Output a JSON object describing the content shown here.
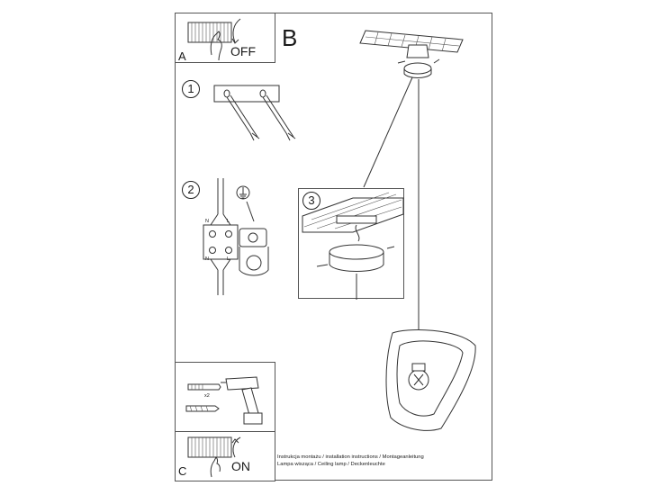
{
  "panels": {
    "a": {
      "letter": "A",
      "word": "OFF"
    },
    "b": {
      "letter": "B"
    },
    "c": {
      "letter": "C",
      "word": "ON"
    }
  },
  "steps": [
    "1",
    "2",
    "3"
  ],
  "wiring_labels": {
    "n": "N",
    "l": "L"
  },
  "tools": {
    "quantity": "x2"
  },
  "footer": {
    "line1": "Instrukcja montażu / installation instructions / Montageanleitung",
    "line2": "Lampa wisząca / Ceiling lamp  / Deckenleuchte"
  }
}
